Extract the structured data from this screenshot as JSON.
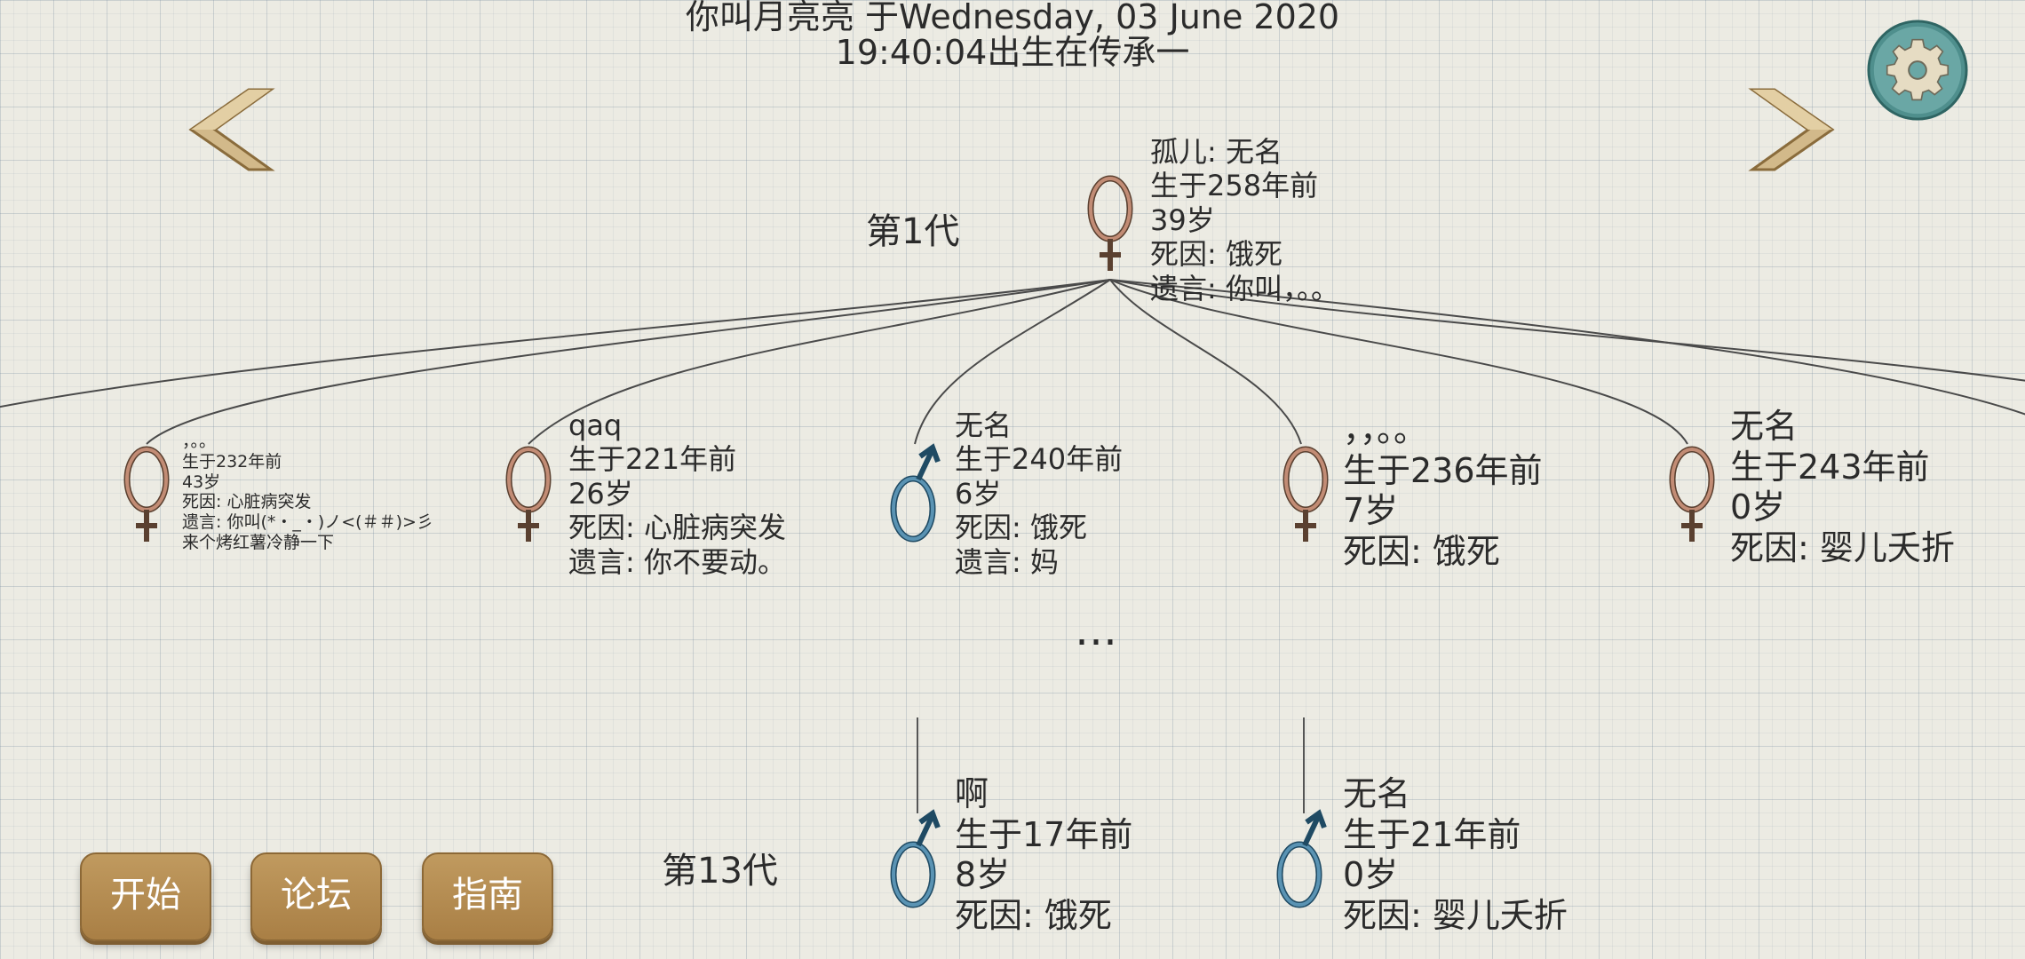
{
  "header": {
    "line1": "你叫月亮亮 于Wednesday, 03 June 2020",
    "line2": "19:40:04出生在传承一"
  },
  "icons": {
    "prev": "chevron-left-icon",
    "next": "chevron-right-icon",
    "settings": "gear-icon",
    "female": "female-symbol-icon",
    "male": "male-symbol-icon"
  },
  "colors": {
    "female": "#b07a66",
    "male": "#4c86a8",
    "button": "#b38b51",
    "gear": "#5d9a98"
  },
  "generation1": {
    "label": "第1代",
    "root": {
      "sex": "female",
      "lines": [
        "孤儿: 无名",
        "生于258年前",
        "39岁",
        "死因: 饿死",
        "遗言: 你叫，。。"
      ]
    },
    "children": [
      {
        "sex": "female",
        "lines": [
          "，。。",
          "生于232年前",
          "43岁",
          "死因: 心脏病突发",
          "遗言: 你叫(*・_・)ノ<(＃＃)>彡",
          "来个烤红薯冷静一下"
        ]
      },
      {
        "sex": "female",
        "lines": [
          "qaq",
          "生于221年前",
          "26岁",
          "死因: 心脏病突发",
          "遗言: 你不要动。"
        ]
      },
      {
        "sex": "male",
        "lines": [
          "无名",
          "生于240年前",
          "6岁",
          "死因: 饿死",
          "遗言: 妈"
        ]
      },
      {
        "sex": "female",
        "lines": [
          "，，。。",
          "生于236年前",
          "7岁",
          "死因: 饿死"
        ]
      },
      {
        "sex": "female",
        "lines": [
          "无名",
          "生于243年前",
          "0岁",
          "死因: 婴儿夭折"
        ]
      }
    ]
  },
  "ellipsis": "…",
  "generation13": {
    "label": "第13代",
    "members": [
      {
        "sex": "male",
        "lines": [
          "啊",
          "生于17年前",
          "8岁",
          "死因: 饿死"
        ]
      },
      {
        "sex": "male",
        "lines": [
          "无名",
          "生于21年前",
          "0岁",
          "死因: 婴儿夭折"
        ]
      }
    ]
  },
  "buttons": {
    "start": "开始",
    "forum": "论坛",
    "guide": "指南"
  }
}
